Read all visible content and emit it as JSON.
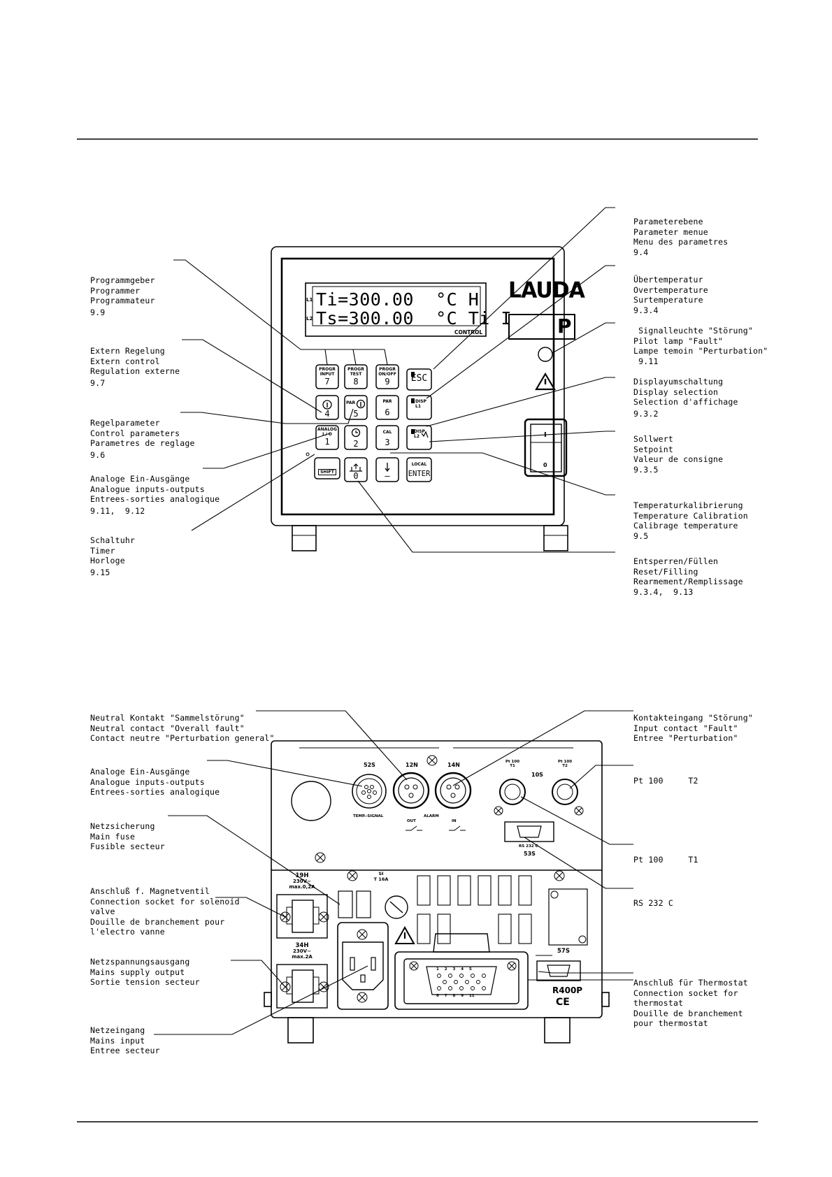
{
  "front": {
    "brand": "LAUDA",
    "display": {
      "line1_tag": "L1",
      "line1": "Ti=300.00  °C H",
      "line2_tag": "L2",
      "line2": "Ts=300.00  °C Ti I",
      "footer": "CONTROL"
    },
    "mode_indicator": "P",
    "keys": [
      {
        "top": "PROGR",
        "top2": "INPUT",
        "bottom": "7"
      },
      {
        "top": "PROGR",
        "top2": "TEST",
        "bottom": "8"
      },
      {
        "top": "PROGR",
        "top2": "ON/OFF",
        "bottom": "9"
      },
      {
        "top": "",
        "top2": "",
        "bottom": "ESC"
      },
      {
        "top": "",
        "top2": "",
        "bottom": "4"
      },
      {
        "top": "PAR",
        "top2": "",
        "bottom": "5"
      },
      {
        "top": "PAR",
        "top2": "",
        "bottom": "6"
      },
      {
        "top": "DISP",
        "top2": "L1",
        "bottom": ""
      },
      {
        "top": "ANALOG",
        "top2": "I / O",
        "bottom": "1"
      },
      {
        "top": "",
        "top2": "",
        "bottom": "2"
      },
      {
        "top": "CAL",
        "top2": "",
        "bottom": "3"
      },
      {
        "top": "DISP",
        "top2": "L2",
        "bottom": ""
      },
      {
        "top": "SHIFT",
        "top2": "",
        "bottom": ""
      },
      {
        "top": "",
        "top2": "",
        "bottom": "0"
      },
      {
        "top": "",
        "top2": "",
        "bottom": "—"
      },
      {
        "top": "LOCAL",
        "top2": "",
        "bottom": "ENTER"
      }
    ],
    "switch_on": "I",
    "switch_off": "0",
    "labels_left": [
      {
        "lines": [
          "Programmgeber",
          "Programmer",
          "Programmateur"
        ],
        "ref": "9.9"
      },
      {
        "lines": [
          "Extern Regelung",
          "Extern control",
          "Regulation externe"
        ],
        "ref": "9.7"
      },
      {
        "lines": [
          "Regelparameter",
          "Control parameters",
          "Parametres de reglage"
        ],
        "ref": "9.6"
      },
      {
        "lines": [
          "Analoge Ein-Ausgänge",
          "Analogue inputs-outputs",
          "Entrees-sorties analogique"
        ],
        "ref": "9.11,  9.12"
      },
      {
        "lines": [
          "Schaltuhr",
          "Timer",
          "Horloge"
        ],
        "ref": "9.15"
      }
    ],
    "labels_right": [
      {
        "lines": [
          "Parameterebene",
          "Parameter menue",
          "Menu des parametres"
        ],
        "ref": "9.4"
      },
      {
        "lines": [
          "Übertemperatur",
          "Overtemperature",
          "Surtemperature"
        ],
        "ref": "9.3.4"
      },
      {
        "lines": [
          " Signalleuchte \"Störung\"",
          "Pilot lamp \"Fault\"",
          "Lampe temoin \"Perturbation\""
        ],
        "ref": " 9.11"
      },
      {
        "lines": [
          "Displayumschaltung",
          "Display selection",
          "Selection d'affichage"
        ],
        "ref": "9.3.2"
      },
      {
        "lines": [
          "Sollwert",
          "Setpoint",
          "Valeur de consigne"
        ],
        "ref": "9.3.5"
      },
      {
        "lines": [
          "Temperaturkalibrierung",
          "Temperature Calibration",
          "Calibrage temperature"
        ],
        "ref": "9.5"
      },
      {
        "lines": [
          "Entsperren/Füllen",
          "Reset/Filling",
          "Rearmement/Remplissage"
        ],
        "ref": "9.3.4,  9.13"
      }
    ]
  },
  "rear": {
    "connectors": {
      "c52s": "52S",
      "c12n": "12N",
      "c14n": "14N",
      "pt1": "Pt 100",
      "pt1b": "T1",
      "pt2": "Pt 100",
      "pt2b": "T2",
      "c10s": "10S",
      "temp_signal": "TEMP.-SIGNAL",
      "alarm": "ALARM",
      "out": "OUT",
      "in": "IN",
      "rs232": "RS 232 C",
      "c53s": "53S",
      "c19h": "19H",
      "c19h_v": "230V~",
      "c19h_a": "max.0,2A",
      "c34h": "34H",
      "c34h_v": "230V~",
      "c34h_a": "max.2A",
      "si": "SI",
      "si_v": "T 16A",
      "c57s": "57S",
      "model": "R400P",
      "ce": "CE",
      "pins_top": "1 2 3 4 5",
      "pins_bottom": "6 7 8 9 11"
    },
    "labels_left": [
      {
        "lines": [
          "Neutral Kontakt \"Sammelstörung\"",
          "Neutral contact \"Overall fault\"",
          "Contact neutre \"Perturbation general\""
        ]
      },
      {
        "lines": [
          "Analoge Ein-Ausgänge",
          "Analogue inputs-outputs",
          "Entrees-sorties analogique"
        ]
      },
      {
        "lines": [
          "Netzsicherung",
          "Main fuse",
          "Fusible secteur"
        ]
      },
      {
        "lines": [
          "Anschluß f. Magnetventil",
          "Connection socket for solenoid",
          "valve",
          "Douille de branchement pour",
          "l'electro vanne"
        ]
      },
      {
        "lines": [
          "Netzspannungsausgang",
          "Mains supply output",
          "Sortie tension secteur"
        ]
      },
      {
        "lines": [
          "Netzeingang",
          "Mains input",
          "Entree secteur"
        ]
      }
    ],
    "labels_right": [
      {
        "lines": [
          "Kontakteingang \"Störung\"",
          "Input contact \"Fault\"",
          "Entree \"Perturbation\""
        ]
      },
      {
        "lines": [
          "Pt 100     T2"
        ]
      },
      {
        "lines": [
          "Pt 100     T1"
        ]
      },
      {
        "lines": [
          "RS 232 C"
        ]
      },
      {
        "lines": [
          "Anschluß für Thermostat",
          "Connection socket for",
          "thermostat",
          "Douille de branchement",
          "pour thermostat"
        ]
      }
    ]
  }
}
